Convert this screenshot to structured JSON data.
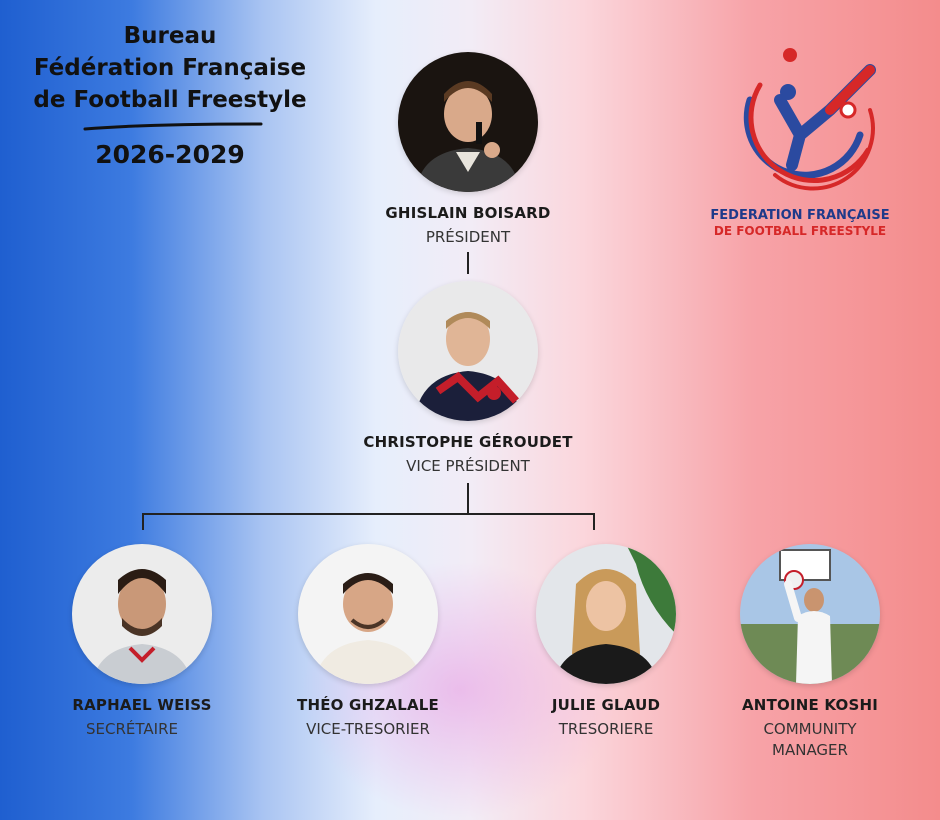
{
  "header": {
    "line1": "Bureau",
    "line2": "Fédération Française",
    "line3": "de Football Freestyle",
    "years": "2026-2029"
  },
  "logo": {
    "line1": "FEDERATION FRANÇAISE",
    "line2": "DE FOOTBALL FREESTYLE",
    "icon": "freestyle-player-logo",
    "colors": {
      "blue": "#1e3a8a",
      "red": "#d62828"
    }
  },
  "members": {
    "president": {
      "name": "GHISLAIN BOISARD",
      "role": "PRÉSIDENT"
    },
    "vice_president": {
      "name": "CHRISTOPHE GÉROUDET",
      "role": "VICE PRÉSIDENT"
    },
    "secretary": {
      "name": "RAPHAEL WEISS",
      "role": "SECRÉTAIRE"
    },
    "vice_treasurer": {
      "name": "THÉO GHZALALE",
      "role": "VICE-TRESORIER"
    },
    "treasurer": {
      "name": "JULIE GLAUD",
      "role": "TRESORIERE"
    },
    "community_manager": {
      "name": "ANTOINE KOSHI",
      "role_line1": "COMMUNITY",
      "role_line2": "MANAGER"
    }
  }
}
